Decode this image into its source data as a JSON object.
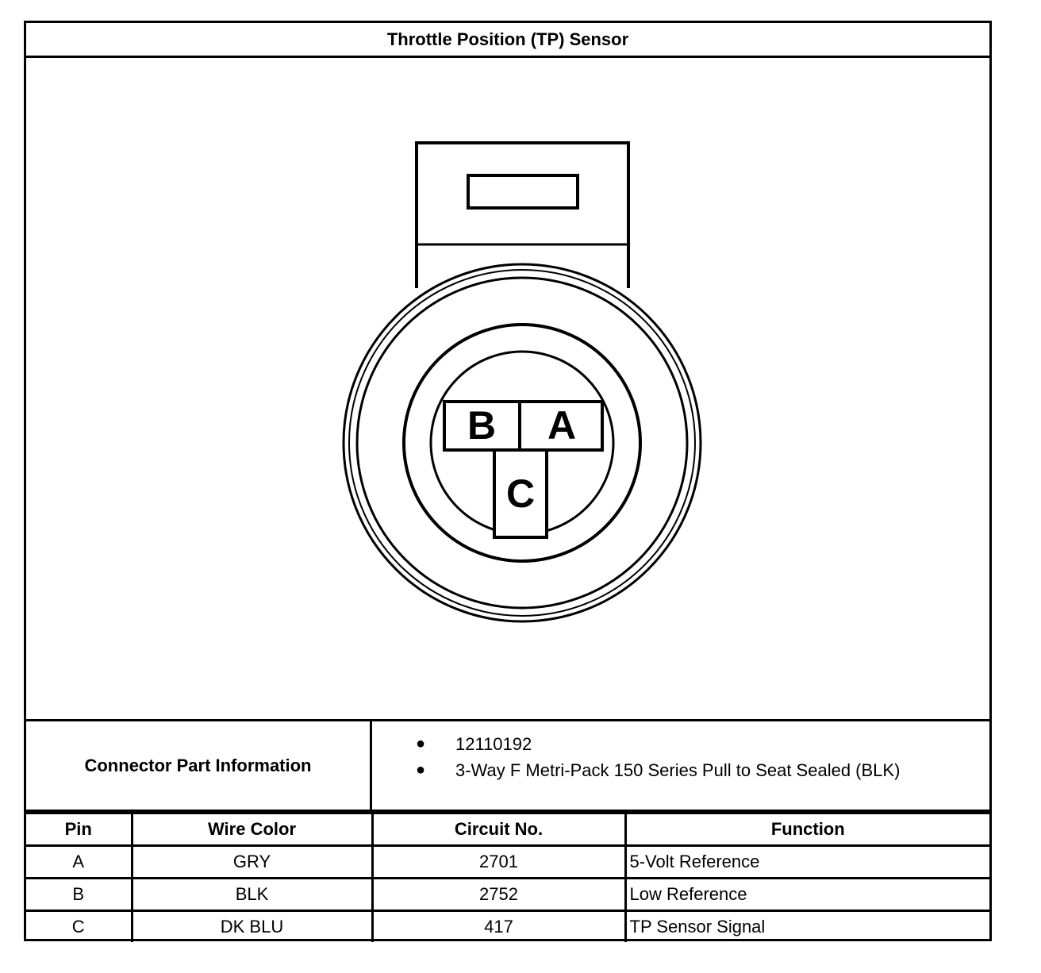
{
  "title": "Throttle Position (TP) Sensor",
  "connector_diagram": {
    "cavity_labels": [
      "B",
      "A",
      "C"
    ]
  },
  "connector_info": {
    "label": "Connector Part Information",
    "items": [
      "12110192",
      "3-Way F Metri-Pack 150 Series Pull to Seat Sealed (BLK)"
    ],
    "bullet": "●"
  },
  "pin_table": {
    "headers": [
      "Pin",
      "Wire Color",
      "Circuit No.",
      "Function"
    ],
    "rows": [
      [
        "A",
        "GRY",
        "2701",
        "5-Volt Reference"
      ],
      [
        "B",
        "BLK",
        "2752",
        "Low Reference"
      ],
      [
        "C",
        "DK BLU",
        "417",
        "TP Sensor Signal"
      ]
    ]
  }
}
